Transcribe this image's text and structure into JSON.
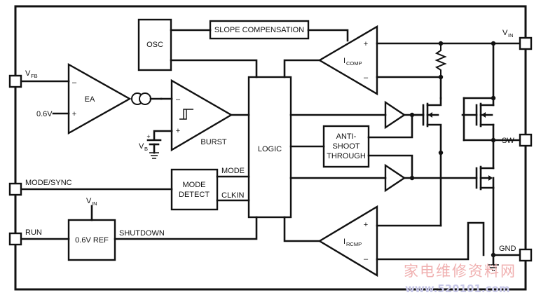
{
  "blocks": {
    "osc": "OSC",
    "slope_compensation": "SLOPE COMPENSATION",
    "ea": "EA",
    "burst": "BURST",
    "logic": "LOGIC",
    "anti_shoot_through": [
      "ANTI-",
      "SHOOT",
      "THROUGH"
    ],
    "mode_detect": [
      "MODE",
      "DETECT"
    ],
    "ref": "0.6V REF",
    "icomp": {
      "main": "I",
      "sub": "COMP"
    },
    "ircmp": {
      "main": "I",
      "sub": "RCMP"
    }
  },
  "pins": {
    "vfb": {
      "main": "V",
      "sub": "FB"
    },
    "mode_sync": "MODE/SYNC",
    "run": "RUN",
    "vin": {
      "main": "V",
      "sub": "IN"
    },
    "sw": "SW",
    "gnd": "GND"
  },
  "signals": {
    "mode": "MODE",
    "clkin": "CLKIN",
    "shutdown": "SHUTDOWN",
    "ref_0_6v": "0.6V",
    "vb": {
      "main": "V",
      "sub": "B"
    },
    "vin_ref": {
      "main": "V",
      "sub": "IN"
    },
    "plus": "+",
    "minus": "–"
  },
  "watermark": {
    "chinese": "家电维修资料网",
    "url": "www.520101.com"
  },
  "colors": {
    "line": "#111111",
    "watermark_text": "#f0b0b0",
    "watermark_url": "#c8c8e8"
  }
}
